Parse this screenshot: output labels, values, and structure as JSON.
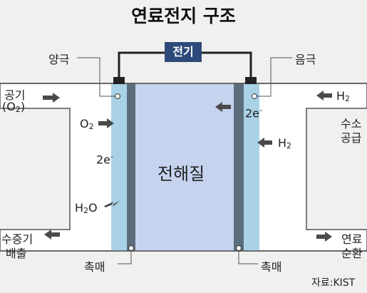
{
  "title": "연료전지 구조",
  "electricity": "전기",
  "anode": "양극",
  "cathode": "음극",
  "air_line1": "공기",
  "air_line2_pre": "(O",
  "air_line2_sub": "2",
  "air_line2_post": ")",
  "o2_main": "O",
  "o2_sub": "2",
  "electron_left_main": "2e",
  "electron_left_sup": "-",
  "electron_right_main": "2e",
  "electron_right_sup": "-",
  "water_main1": "H",
  "water_sub": "2",
  "water_main2": "O",
  "h2_top_main": "H",
  "h2_top_sub": "2",
  "h2_mid_main": "H",
  "h2_mid_sub": "2",
  "hydrogen_supply_line1": "수소",
  "hydrogen_supply_line2": "공급",
  "electrolyte": "전해질",
  "vapor_exhaust_line1": "수증기",
  "vapor_exhaust_line2": "배출",
  "fuel_circulation_line1": "연료",
  "fuel_circulation_line2": "순환",
  "catalyst_left": "촉매",
  "catalyst_right": "촉매",
  "source": "자료:KIST",
  "colors": {
    "electrolyte": "#c5d3ee",
    "electrode": "#a9d2e6",
    "catalyst": "#5c6e7c",
    "wire": "#222222",
    "badge": "#2e4a7a",
    "arrow": "#4a4a4a"
  }
}
